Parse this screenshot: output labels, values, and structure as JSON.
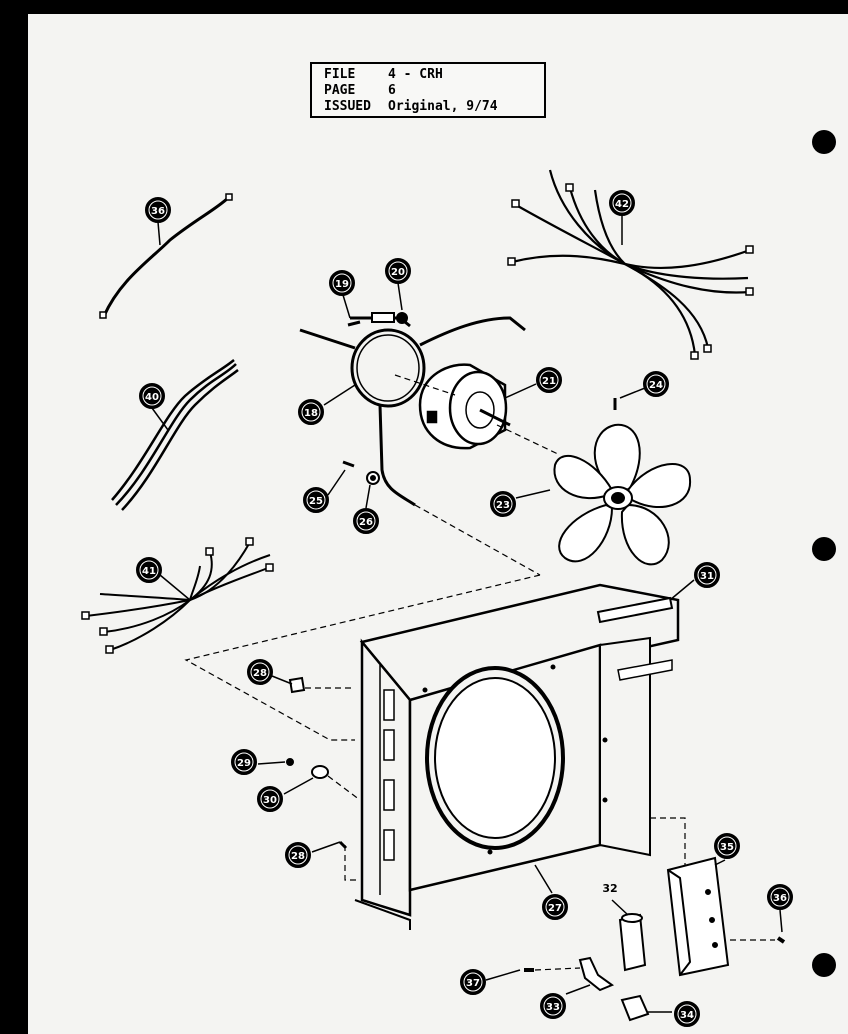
{
  "titleblock": {
    "rows": [
      {
        "key": "FILE",
        "value": "4 - CRH"
      },
      {
        "key": "PAGE",
        "value": "6"
      },
      {
        "key": "ISSUED",
        "value": "Original, 9/74"
      }
    ]
  },
  "callouts": [
    {
      "id": "c36a",
      "label": "36"
    },
    {
      "id": "c42",
      "label": "42"
    },
    {
      "id": "c19",
      "label": "19"
    },
    {
      "id": "c20",
      "label": "20"
    },
    {
      "id": "c18",
      "label": "18"
    },
    {
      "id": "c21",
      "label": "21"
    },
    {
      "id": "c24",
      "label": "24"
    },
    {
      "id": "c40",
      "label": "40"
    },
    {
      "id": "c25",
      "label": "25"
    },
    {
      "id": "c26",
      "label": "26"
    },
    {
      "id": "c23",
      "label": "23"
    },
    {
      "id": "c41",
      "label": "41"
    },
    {
      "id": "c31",
      "label": "31"
    },
    {
      "id": "c28a",
      "label": "28"
    },
    {
      "id": "c29",
      "label": "29"
    },
    {
      "id": "c30",
      "label": "30"
    },
    {
      "id": "c28b",
      "label": "28"
    },
    {
      "id": "c27",
      "label": "27"
    },
    {
      "id": "c35",
      "label": "35"
    },
    {
      "id": "c32",
      "label": "32"
    },
    {
      "id": "c36b",
      "label": "36"
    },
    {
      "id": "c37",
      "label": "37"
    },
    {
      "id": "c33",
      "label": "33"
    },
    {
      "id": "c34",
      "label": "34"
    }
  ],
  "colors": {
    "ink": "#000000",
    "paper": "#f4f4f2",
    "fan": "#ffffff"
  }
}
